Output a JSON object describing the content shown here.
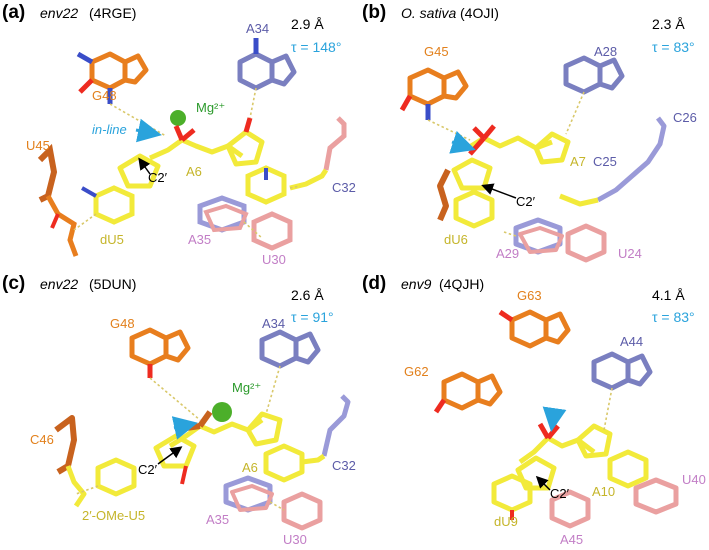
{
  "colors": {
    "yellow": "#f2ea3a",
    "orange": "#e87e1e",
    "rust": "#c8621e",
    "slate": "#7a7fc0",
    "lavender": "#9a9ad8",
    "pink": "#eaa0a0",
    "mauve": "#c98ac9",
    "oxygen": "#ee2b20",
    "nitrogen": "#3a4dc8",
    "magnesium": "#4caf2a",
    "cyan": "#2aa3dc",
    "hbond": "#d9c86a",
    "text_orange": "#e2801c",
    "text_blue": "#5c5ca8",
    "text_yellow": "#c5b52a",
    "text_pink": "#c27ec6",
    "text_green": "#2b9a2b"
  },
  "panels": [
    {
      "letter": "(a)",
      "title_italic": "env22",
      "title_code": "(4RGE)",
      "distance": "2.9 Å",
      "tau": "τ = 148°",
      "ion": "Mg²⁺",
      "inline_label": "in-line",
      "c2_label": "C2′",
      "residues": [
        "A34",
        "G48",
        "U45",
        "A6",
        "C32",
        "dU5",
        "A35",
        "U30"
      ]
    },
    {
      "letter": "(b)",
      "title_italic": "O. sativa",
      "title_code": "(4OJI)",
      "distance": "2.3 Å",
      "tau": "τ = 83°",
      "c2_label": "C2′",
      "residues": [
        "G45",
        "A28",
        "C26",
        "A7",
        "C25",
        "dU6",
        "A29",
        "U24"
      ]
    },
    {
      "letter": "(c)",
      "title_italic": "env22",
      "title_code": "(5DUN)",
      "distance": "2.6 Å",
      "tau": "τ = 91°",
      "ion": "Mg²⁺",
      "c2_label": "C2′",
      "residues": [
        "G48",
        "A34",
        "C46",
        "A6",
        "C32",
        "2′-OMe-U5",
        "A35",
        "U30"
      ]
    },
    {
      "letter": "(d)",
      "title_italic": "env9",
      "title_code": "(4QJH)",
      "distance": "4.1 Å",
      "tau": "τ = 83°",
      "c2_label": "C2′",
      "residues": [
        "G63",
        "A44",
        "G62",
        "A10",
        "U40",
        "dU9",
        "A45"
      ]
    }
  ]
}
